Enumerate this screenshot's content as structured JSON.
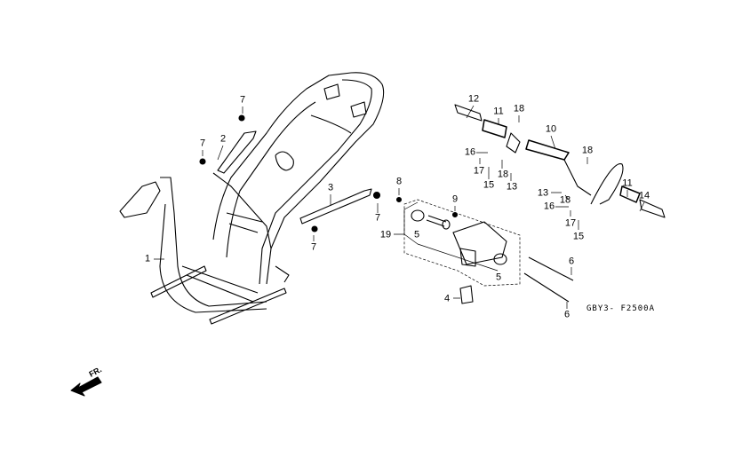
{
  "diagram": {
    "code": "GBY3- F2500A",
    "direction_label": "FR.",
    "callouts": [
      "7",
      "2",
      "7",
      "1",
      "3",
      "7",
      "7",
      "8",
      "9",
      "19",
      "5",
      "5",
      "4",
      "6",
      "6",
      "12",
      "11",
      "18",
      "10",
      "18",
      "16",
      "17",
      "18",
      "15",
      "13",
      "13",
      "18",
      "16",
      "17",
      "15",
      "11",
      "14"
    ]
  }
}
